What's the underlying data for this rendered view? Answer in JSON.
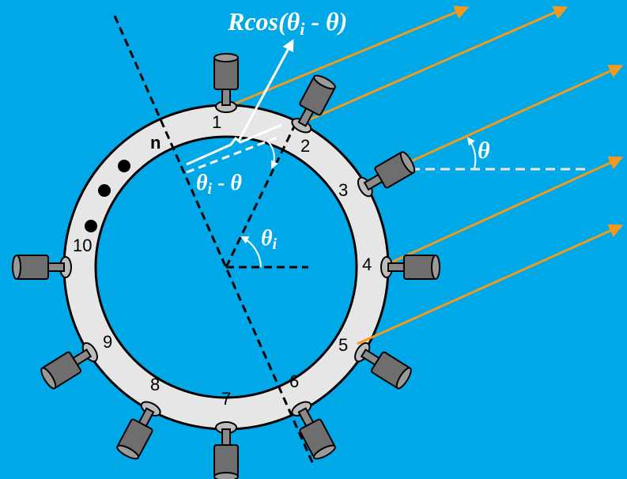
{
  "colors": {
    "background": "#00a8e8",
    "ring": "#e6e6e6",
    "sensor": "#6e6e6e",
    "sensor_dark": "#3a3a3a",
    "beam": "#f39a1e",
    "annotation": "#ffffff",
    "dashed": "#000000"
  },
  "labels": {
    "projection": "Rcos(θ",
    "projection_sub": "i",
    "projection_tail": " - θ)",
    "angle_diff": "θ",
    "angle_diff_sub": "i",
    "angle_diff_tail": " - θ",
    "theta": "θ",
    "theta_i": "θ",
    "theta_i_sub": "i",
    "dots_label": "n"
  },
  "sensors": [
    {
      "label": "1"
    },
    {
      "label": "2"
    },
    {
      "label": "3"
    },
    {
      "label": "4"
    },
    {
      "label": "5"
    },
    {
      "label": "6"
    },
    {
      "label": "7"
    },
    {
      "label": "8"
    },
    {
      "label": "9"
    },
    {
      "label": "10"
    },
    {
      "label": "n"
    }
  ]
}
